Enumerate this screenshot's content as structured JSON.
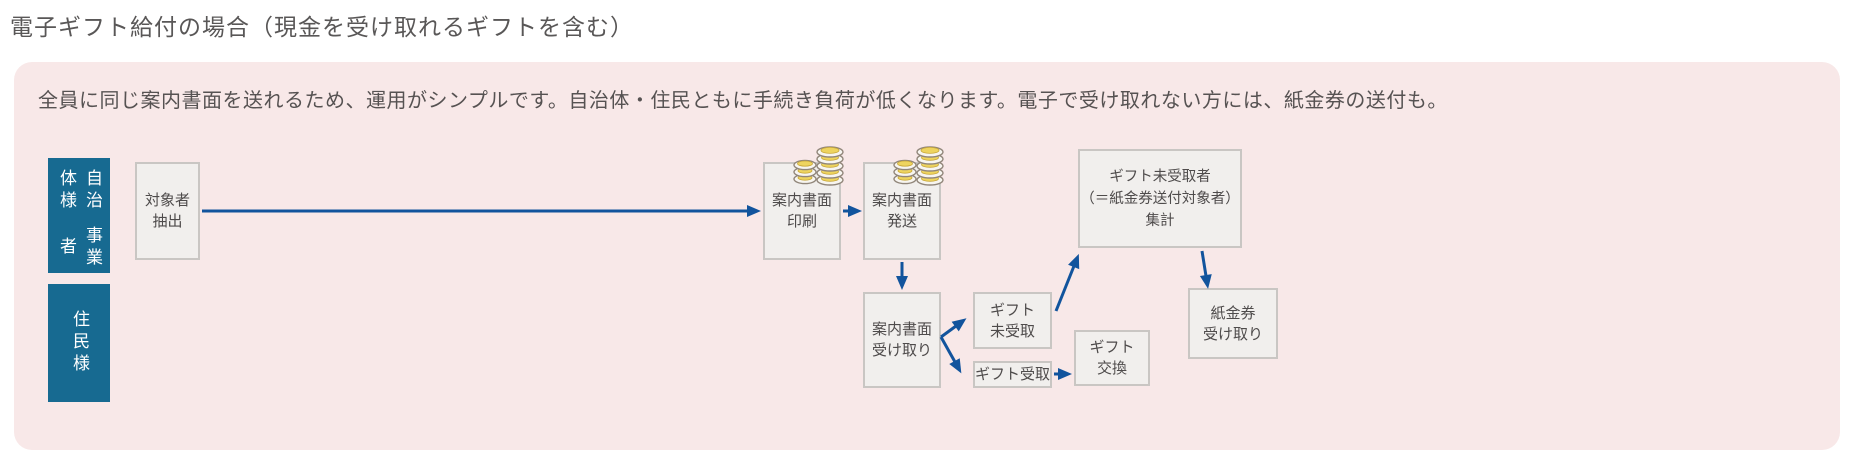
{
  "page": {
    "title": "電子ギフト給付の場合（現金を受け取れるギフトを含む）"
  },
  "panel": {
    "description": "全員に同じ案内書面を送れるため、運用がシンプルです。自治体・住民ともに手続き負荷が低くなります。電子で受け取れない方には、紙金券の送付も。"
  },
  "lanes": {
    "jichitai": {
      "col1": "自治体様",
      "col2": "事業者"
    },
    "jumin": {
      "label": "住民様"
    }
  },
  "nodes": {
    "taisho": {
      "line1": "対象者",
      "line2": "抽出"
    },
    "insatsu": {
      "line1": "案内書面",
      "line2": "印刷"
    },
    "hassou": {
      "line1": "案内書面",
      "line2": "発送"
    },
    "shukei": {
      "line1": "ギフト未受取者",
      "line2": "（＝紙金券送付対象者）",
      "line3": "集計"
    },
    "uketori": {
      "line1": "案内書面",
      "line2": "受け取り"
    },
    "mijuryo": {
      "line1": "ギフト",
      "line2": "未受取"
    },
    "juryo": {
      "line1": "ギフト受取"
    },
    "koukan": {
      "line1": "ギフト",
      "line2": "交換"
    },
    "kamikinken": {
      "line1": "紙金券",
      "line2": "受け取り"
    }
  },
  "icons": {
    "coin_stack": "coin-stack-icon"
  },
  "colors": {
    "panel_pink": "#f8e8e8",
    "lane_blue": "#176a91",
    "arrow_blue": "#12549d",
    "node_bg": "#f1efed",
    "node_border": "#c9c6c3",
    "text_dark": "#4e4b4b",
    "title_gray": "#595757"
  }
}
